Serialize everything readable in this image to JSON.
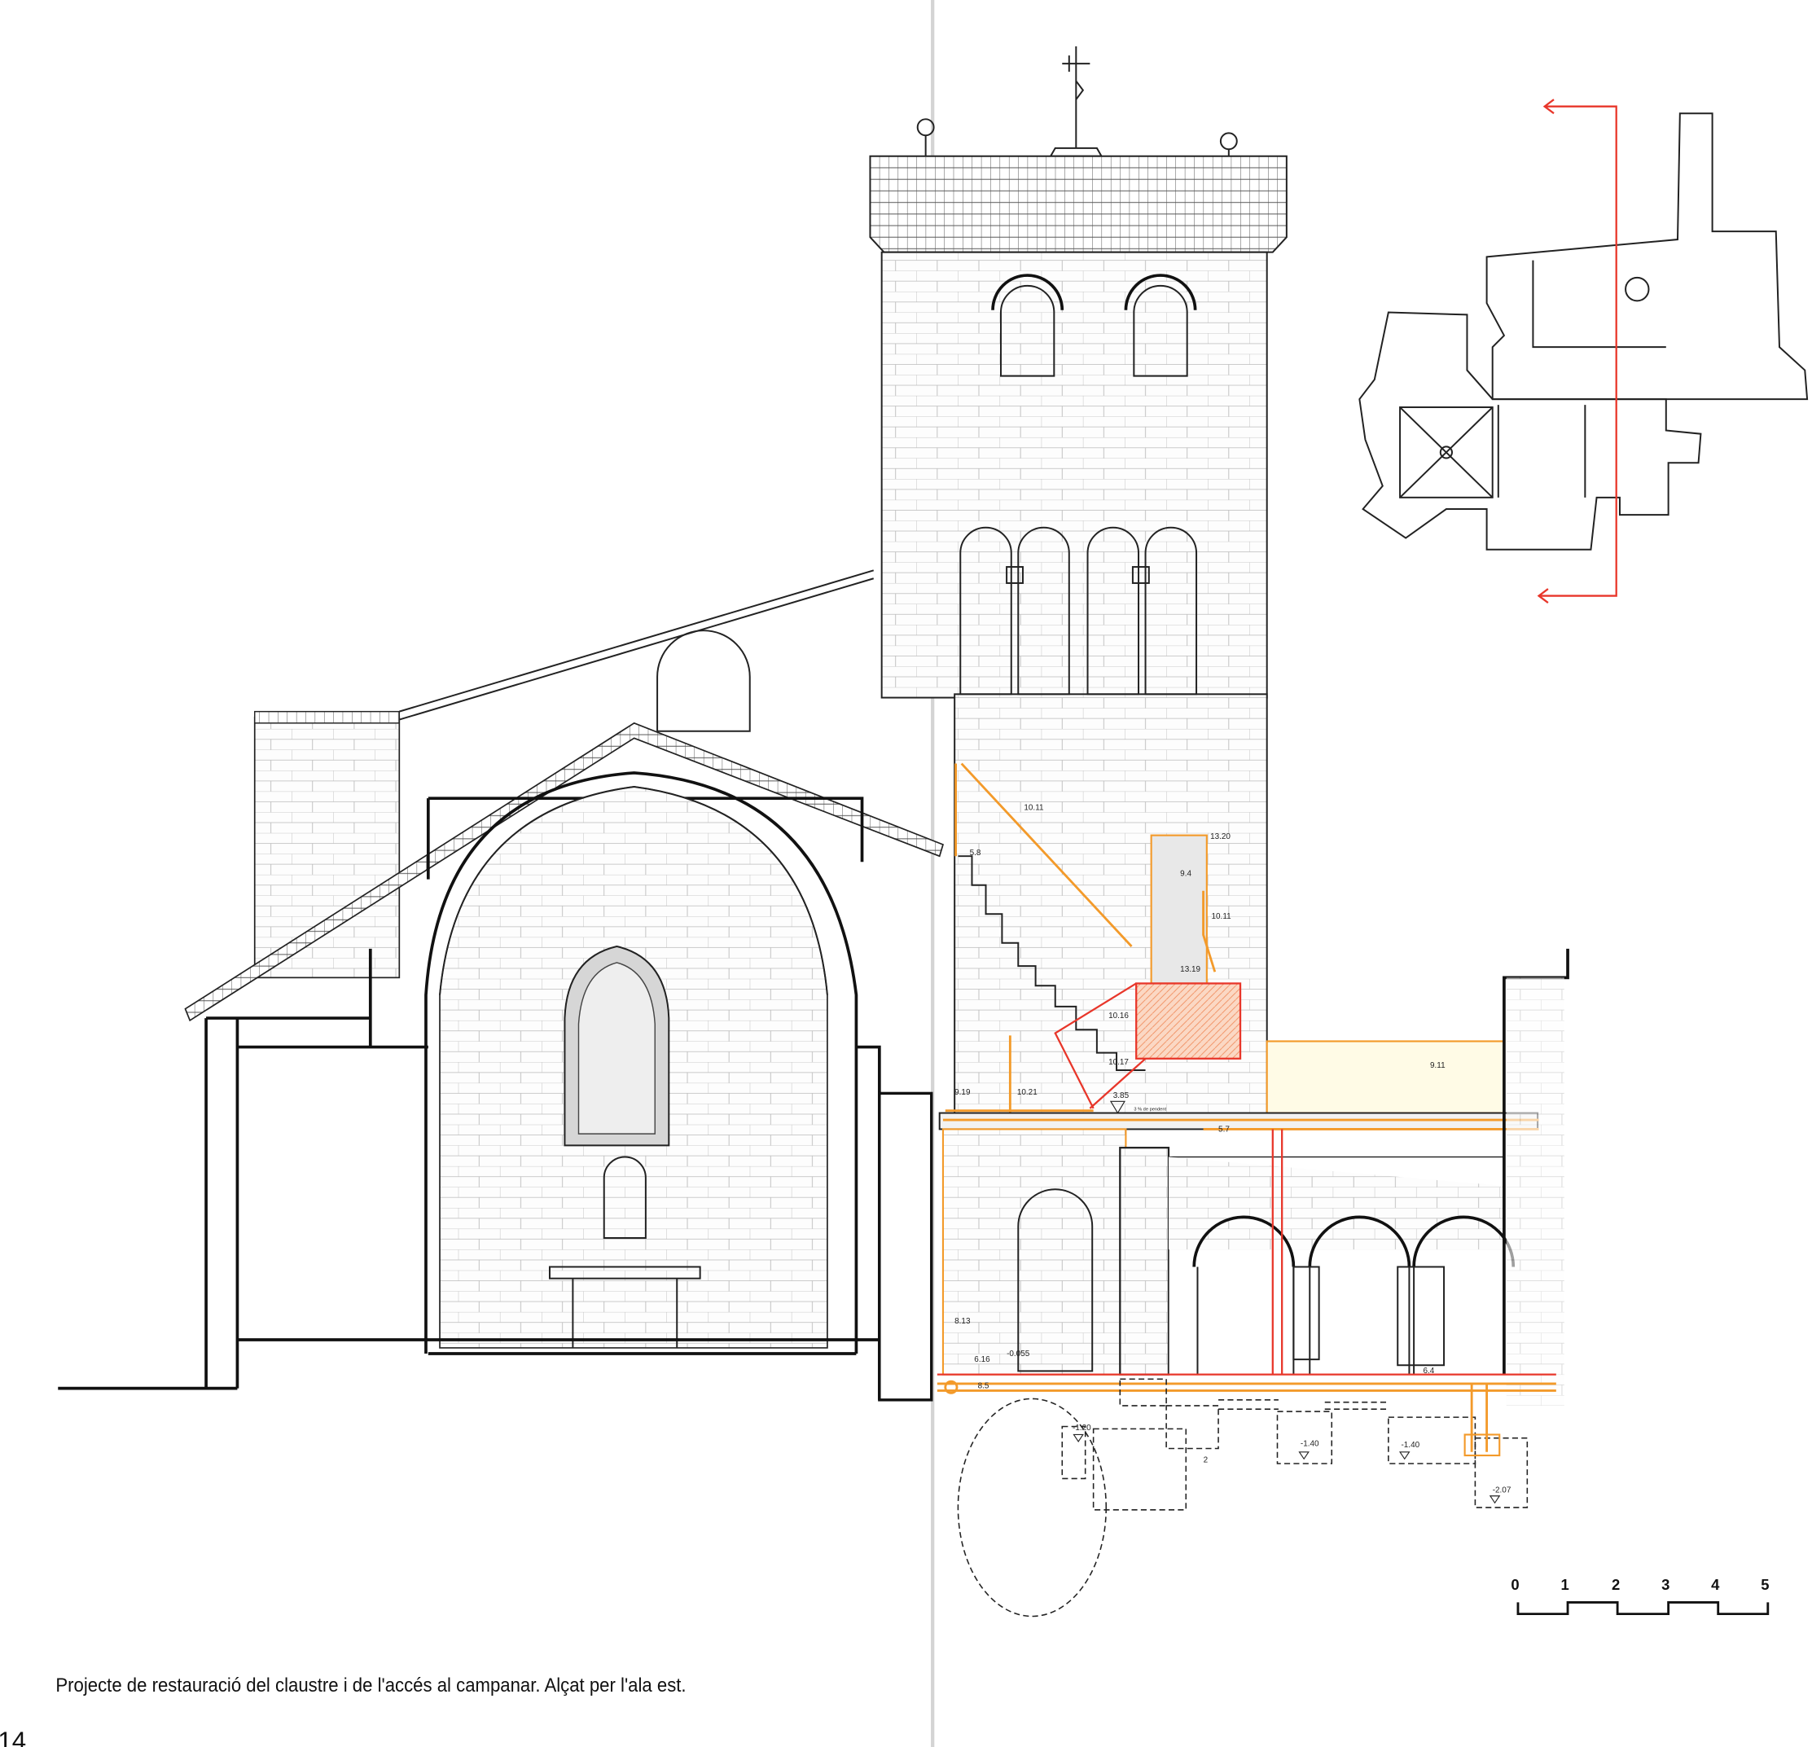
{
  "caption": "Projecte de restauració del claustre i de l'accés al campanar. Alçat per l'ala est.",
  "page_number": "14",
  "slope_note": "3 % de pendent",
  "labels": [
    "10.11",
    "13.20",
    "5.8",
    "9.4",
    "10.11",
    "13.19",
    "10.16",
    "10.17",
    "9.11",
    "9.19",
    "10.21",
    "3.85",
    "5.7",
    "8.13",
    "6.16",
    "-0.055",
    "8.5",
    "-1.20",
    "2",
    "-1.40",
    "-1.40",
    "6.4",
    "-2.07"
  ],
  "scale_bar": {
    "ticks": [
      "0",
      "1",
      "2",
      "3",
      "4",
      "5"
    ]
  },
  "colors": {
    "proposal_orange": "#f39a2a",
    "section_red": "#e8362a",
    "ink": "#222222"
  }
}
